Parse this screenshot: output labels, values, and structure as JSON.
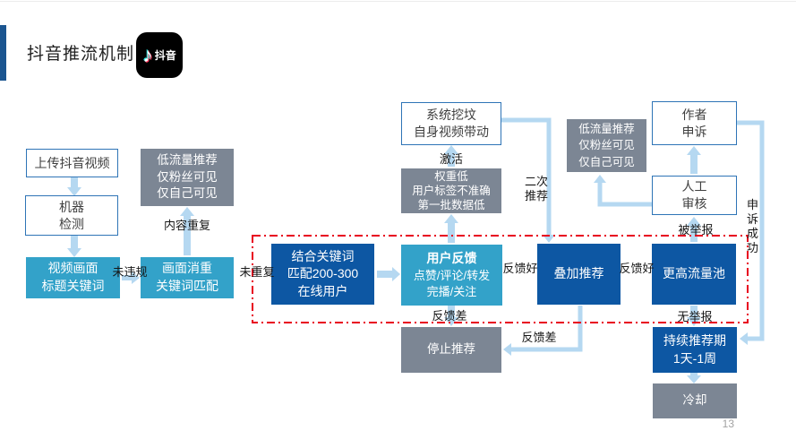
{
  "header": {
    "title": "抖音推流机制",
    "logo_label": "抖音",
    "music_note": "♪"
  },
  "page_number": "13",
  "nodes": {
    "upload": "上传抖音视频",
    "machine_check": "机器\n检测",
    "video_keywords": "视频画面\n标题关键词",
    "low_traffic_left": "低流量推荐\n仅粉丝可见\n仅自己可见",
    "dedup_match": "画面消重\n关键词匹配",
    "match_users": "结合关键词\n匹配200-300\n在线用户",
    "user_feedback_title": "用户反馈",
    "user_feedback_body": "点赞/评论/转发\n完播/关注",
    "system_dig": "系统挖坟\n自身视频带动",
    "low_weight": "权重低\n用户标签不准确\n第一批数据低",
    "stacked_recommend": "叠加推荐",
    "higher_pool": "更高流量池",
    "low_traffic_right": "低流量推荐\n仅粉丝可见\n仅自己可见",
    "author_appeal": "作者\n申诉",
    "manual_review": "人工\n审核",
    "stop_recommend": "停止推荐",
    "sustain_period": "持续推荐期\n1天-1周",
    "cooldown": "冷却"
  },
  "edge_labels": {
    "no_violation": "未违规",
    "no_duplicate": "未重复",
    "content_duplicate": "内容重复",
    "activate": "激活",
    "second_recommend": "二次\n推荐",
    "feedback_good_1": "反馈好",
    "feedback_good_2": "反馈好",
    "feedback_bad_1": "反馈差",
    "feedback_bad_2": "反馈差",
    "reported": "被举报",
    "no_report": "无举报",
    "appeal_success": "申诉成功"
  },
  "colors": {
    "teal_box": "#33a2c9",
    "dark_blue_box": "#0d57a3",
    "gray_box": "#7c8694",
    "arrow": "#b5d8f1",
    "red_dashed_frame": "#e8001f",
    "navy_accent_bar": "#1b5590",
    "white_box_border": "#2e74b6"
  }
}
